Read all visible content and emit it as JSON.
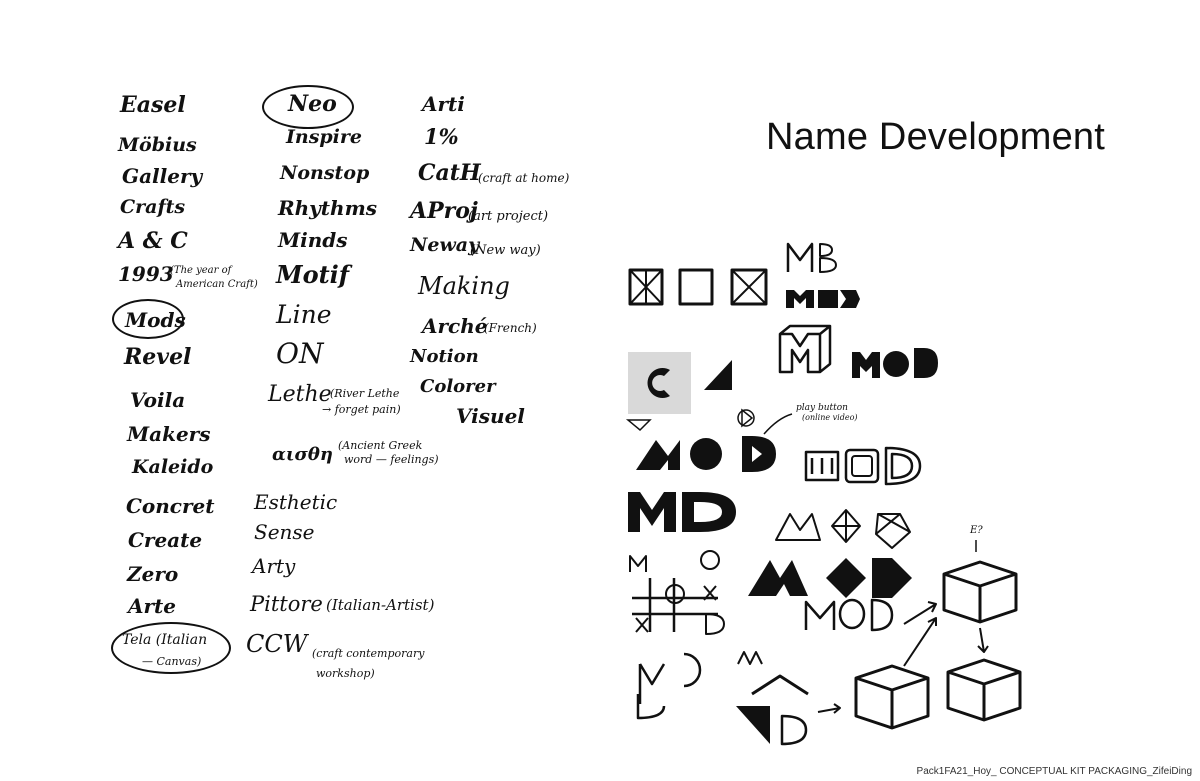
{
  "title": "Name Development",
  "footer": "Pack1FA21_Hoy_ CONCEPTUAL KIT PACKAGING_ZifeiDing",
  "names": {
    "col1": [
      "Easel",
      "Möbius",
      "Gallery",
      "Crafts",
      "A & C",
      "1993",
      "Mods",
      "Revel",
      "Voila",
      "Makers",
      "Kaleido",
      "Concret",
      "Create",
      "Zero",
      "Arte",
      "Tela (Italian"
    ],
    "col1_notes": {
      "y1993": "(The year of",
      "y1993b": "American Craft)",
      "tela": "— Canvas)"
    },
    "col2": [
      "Neo",
      "Inspire",
      "Nonstop",
      "Rhythms",
      "Minds",
      "Motif",
      "Line",
      "ON",
      "Lethe",
      "αισθη",
      "Esthetic",
      "Sense",
      "Arty",
      "Pittore",
      "CCW"
    ],
    "col2_notes": {
      "lethe": "(River Lethe",
      "lethe2": "→ forget pain)",
      "greek": "(Ancient Greek",
      "greek2": "word — feelings)",
      "pittore": "(Italian-Artist)",
      "ccw": "(craft contemporary",
      "ccw2": "workshop)"
    },
    "col3": [
      "Arti",
      "1%",
      "CatH",
      "AProj",
      "Neway",
      "Making",
      "Arché",
      "Notion",
      "Colorer",
      "Visuel"
    ],
    "col3_notes": {
      "cath": "(craft at home)",
      "aproj": "(art project)",
      "neway": "(New way)",
      "arche": "(French)"
    },
    "sketch_notes": {
      "play": "play button",
      "play2": "(online video)",
      "e": "E?"
    },
    "logo_letters": {
      "m": "M",
      "o": "O",
      "d": "D",
      "x": "X",
      "mod": "MOD"
    }
  }
}
